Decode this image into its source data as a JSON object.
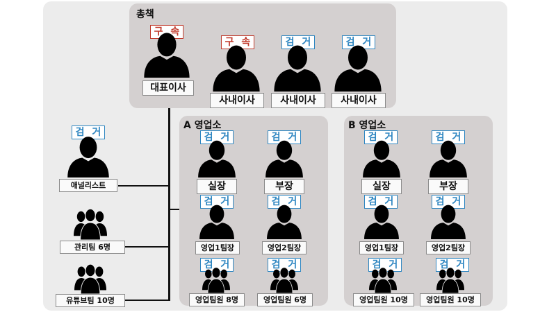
{
  "badges": {
    "arrest": "구 속",
    "caught": "검 거"
  },
  "hq": {
    "title": "총책",
    "ceo_label": "대표이사",
    "directors": [
      "사내이사",
      "사내이사",
      "사내이사"
    ]
  },
  "side": {
    "analyst": "애널리스트",
    "mgmt_team": "관리팀 6명",
    "youtube_team": "유튜브팀 10명"
  },
  "branch_a": {
    "title": "A 영업소",
    "chief": "실장",
    "deputy": "부장",
    "team1_lead": "영업1팀장",
    "team2_lead": "영업2팀장",
    "team1_members": "영업팀원 8명",
    "team2_members": "영업팀원 6명"
  },
  "branch_b": {
    "title": "B 영업소",
    "chief": "실장",
    "deputy": "부장",
    "team1_lead": "영업1팀장",
    "team2_lead": "영업2팀장",
    "team1_members": "영업팀원 10명",
    "team2_members": "영업팀원 10명"
  }
}
